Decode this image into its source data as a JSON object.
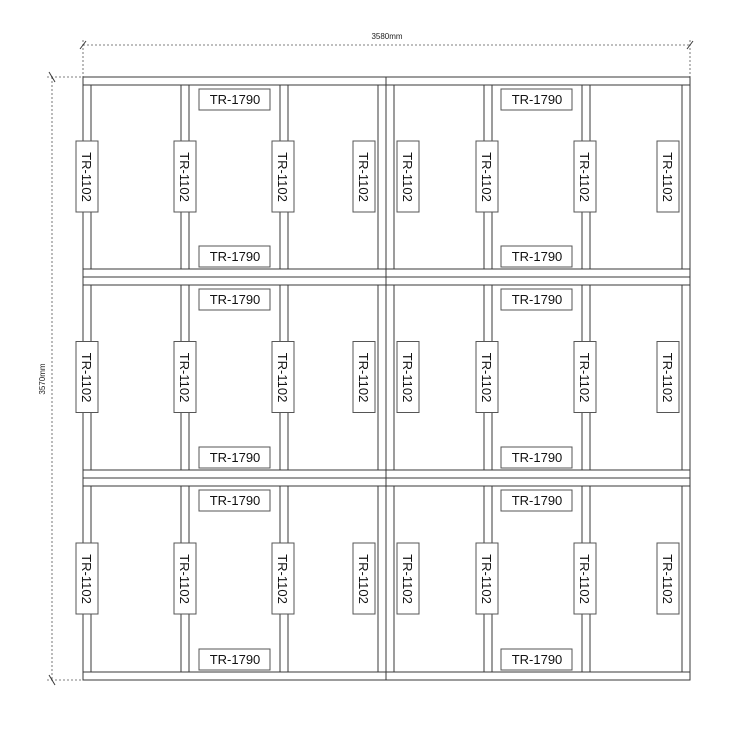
{
  "dimensions": {
    "width_label": "3580mm",
    "height_label": "3570mm"
  },
  "labels": {
    "post": "TR-1102",
    "beam": "TR-1790"
  },
  "grid": {
    "panels_across": 2,
    "rows": 3,
    "posts_per_panel": 4
  },
  "colors": {
    "line": "#3a3a3a",
    "background": "#ffffff"
  }
}
